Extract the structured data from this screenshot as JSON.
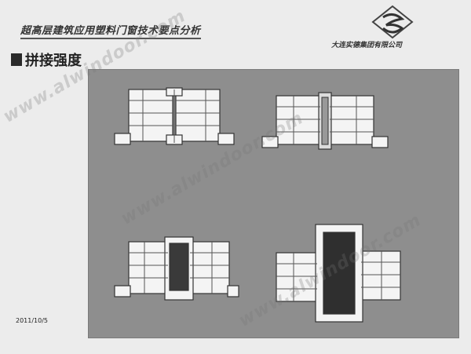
{
  "slide": {
    "title": "超高层建筑应用塑料门窗技术要点分析",
    "heading": "拼接强度",
    "company": "大连实德集团有限公司",
    "date": "2011/10/5",
    "watermark": "www.alwindoor.com"
  },
  "icons": {
    "logo": "shide-logo-icon",
    "bullet": "square-bullet-icon"
  },
  "colors": {
    "panel": "#8e8e8e",
    "profile_fill": "#f4f4f4",
    "profile_stroke": "#333333"
  }
}
